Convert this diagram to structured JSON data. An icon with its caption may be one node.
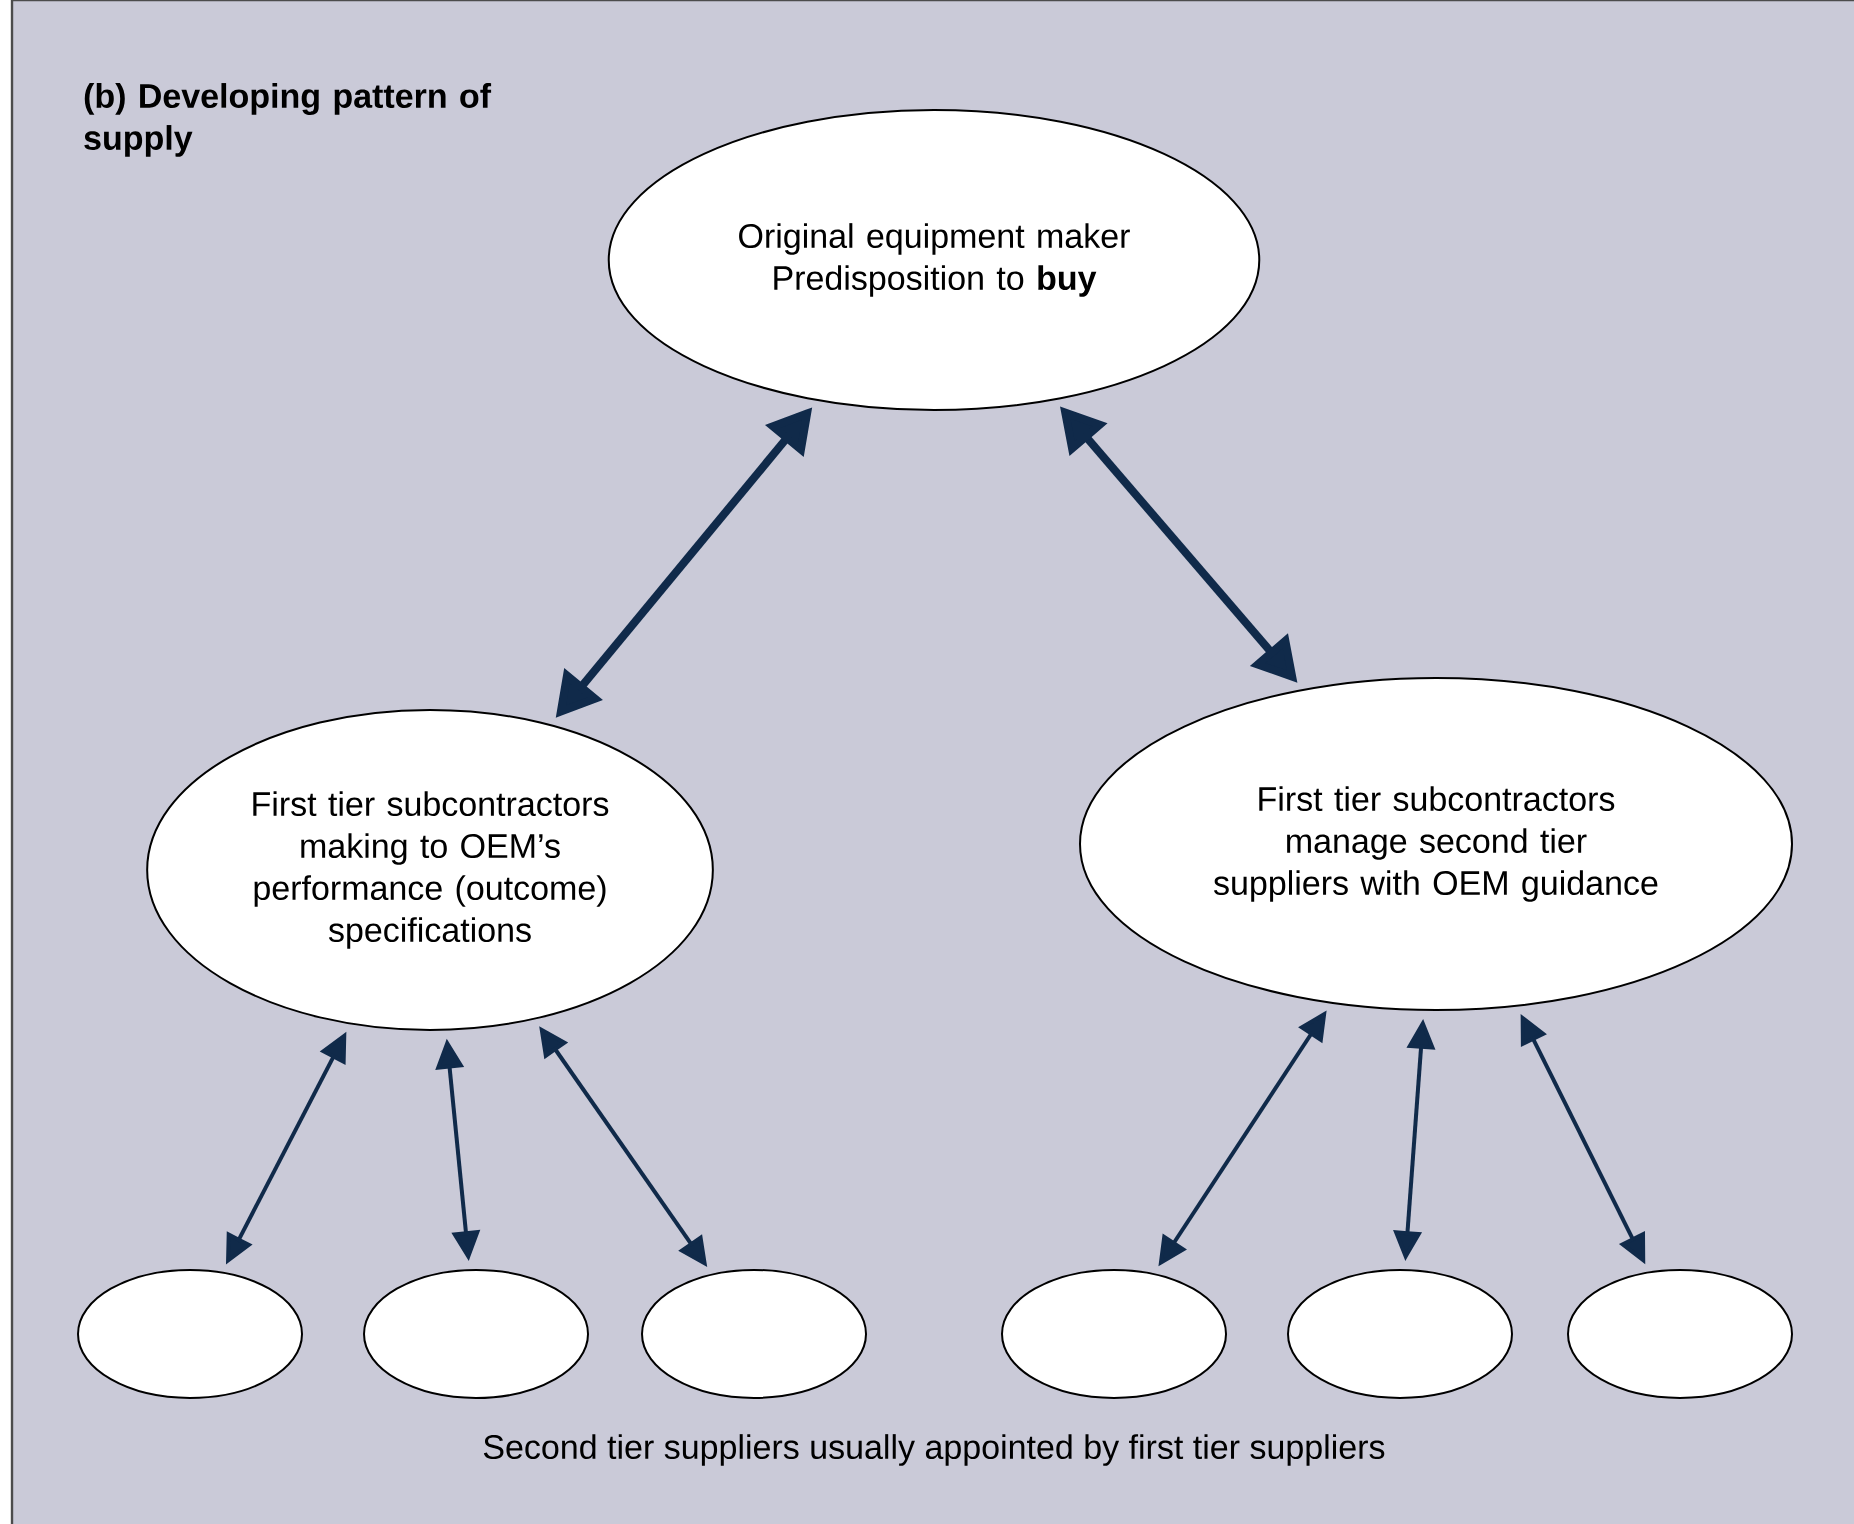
{
  "diagram": {
    "title": "(b) Developing pattern of supply",
    "nodes": [
      {
        "text": [
          "Original equipment maker Predisposition to **buy**"
        ]
      },
      {
        "text": [
          "First tier subcontractors making to OEM’s performance (outcome) specifications"
        ]
      },
      {
        "text": [
          "First tier subcontractors manage second tier suppliers with OEM guidance"
        ]
      },
      {
        "text": [],
        "shape": "circle"
      },
      {
        "text": [],
        "shape": "circle"
      },
      {
        "text": [],
        "shape": "circle"
      },
      {
        "text": [],
        "shape": "circle"
      },
      {
        "text": [],
        "shape": "circle"
      },
      {
        "text": [],
        "shape": "circle"
      }
    ],
    "edges": [
      {
        "from": 0,
        "to": 1,
        "arrow": "both",
        "style": "thick"
      },
      {
        "from": 0,
        "to": 2,
        "arrow": "both",
        "style": "thick"
      },
      {
        "from": 1,
        "to": 3,
        "arrow": "both"
      },
      {
        "from": 1,
        "to": 4,
        "arrow": "both"
      },
      {
        "from": 1,
        "to": 5,
        "arrow": "both"
      },
      {
        "from": 2,
        "to": 6,
        "arrow": "both"
      },
      {
        "from": 2,
        "to": 7,
        "arrow": "both"
      },
      {
        "from": 2,
        "to": 8,
        "arrow": "both"
      }
    ],
    "labels": [
      "Second tier suppliers usually appointed by first tier suppliers"
    ]
  }
}
